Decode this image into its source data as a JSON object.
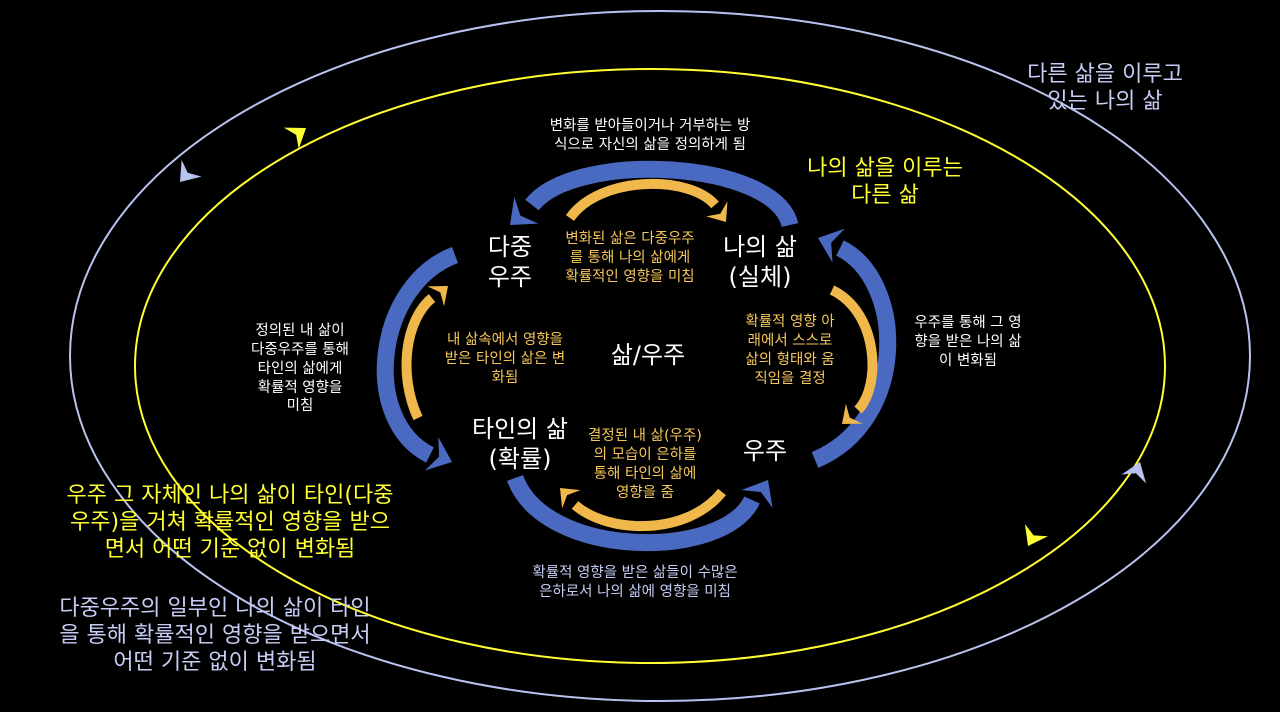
{
  "colors": {
    "background": "#000000",
    "outer_ring": "#b8c2ee",
    "inner_ring": "#ffff33",
    "blue_arrow": "#4a6ac2",
    "gold_arrow": "#f0b84a",
    "white_text": "#ffffff",
    "orange_text": "#f6c65b",
    "periwinkle_text": "#c6ccf4",
    "yellow_text": "#ffff33"
  },
  "nodes": {
    "multiverse": "다중\n우주",
    "my_life": "나의 삶\n(실체)",
    "others_life": "타인의 삶\n(확률)",
    "universe": "우주",
    "center": "삶/우주"
  },
  "labels": {
    "top_white": "변화를 받아들이거나 거부하는 방\n식으로 자신의 삶을 정의하게 됨",
    "top_orange": "변화된 삶은 다중우주\n를 통해 나의 삶에게\n확률적인 영향을 미침",
    "left_white": "정의된 내 삶이\n다중우주를 통해\n타인의 삶에게\n확률적 영향을\n미침",
    "left_orange": "내 삶속에서 영향을\n받은 타인의 삶은 변\n화됨",
    "right_orange": "확률적 영향 아\n래에서 스스로\n삶의 형태와 움\n직임을 결정",
    "right_white": "우주를 통해 그 영\n향을 받은 나의 삶\n이 변화됨",
    "bottom_orange": "결정된 내 삶(우주)\n의 모습이 은하를\n통해 타인의 삶에\n영향을 줌",
    "bottom_white": "확률적 영향을 받은 삶들이 수많은\n은하로서 나의 삶에 영향을 미침"
  },
  "corner_labels": {
    "top_right": "다른 삶을 이루고\n있는 나의 삶",
    "inner_top_right": "나의 삶을 이루는\n다른 삶",
    "bottom_left_yellow": "우주 그 자체인 나의 삶이 타인(다중\n우주)을 거쳐 확률적인 영향을 받으\n면서 어떤 기준 없이 변화됨",
    "bottom_left_blue": "다중우주의 일부인 나의 삶이 타인\n을 통해 확률적인 영향을 받으면서\n어떤 기준 없이 변화됨"
  }
}
